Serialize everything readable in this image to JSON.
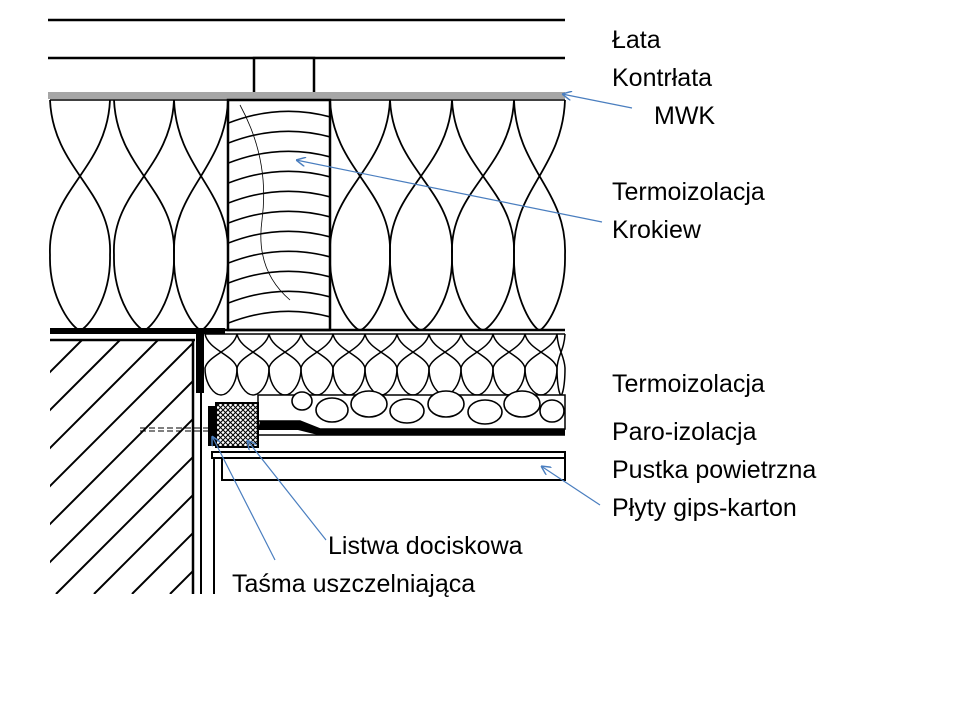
{
  "labels": {
    "lata": "Łata",
    "kontrlata": "Kontrłata",
    "mwk": "MWK",
    "termoizolacja_top": "Termoizolacja",
    "krokiew": "Krokiew",
    "termoizolacja_mid": "Termoizolacja",
    "paroizolacja": "Paro-izolacja",
    "pustka": "Pustka powietrzna",
    "plyty": "Płyty gips-karton",
    "listwa": "Listwa dociskowa",
    "tasma": "Taśma uszczelniająca"
  },
  "colors": {
    "line": "#000000",
    "leader": "#4a7ebf",
    "membrane": "#a6a6a6",
    "background": "#ffffff"
  }
}
